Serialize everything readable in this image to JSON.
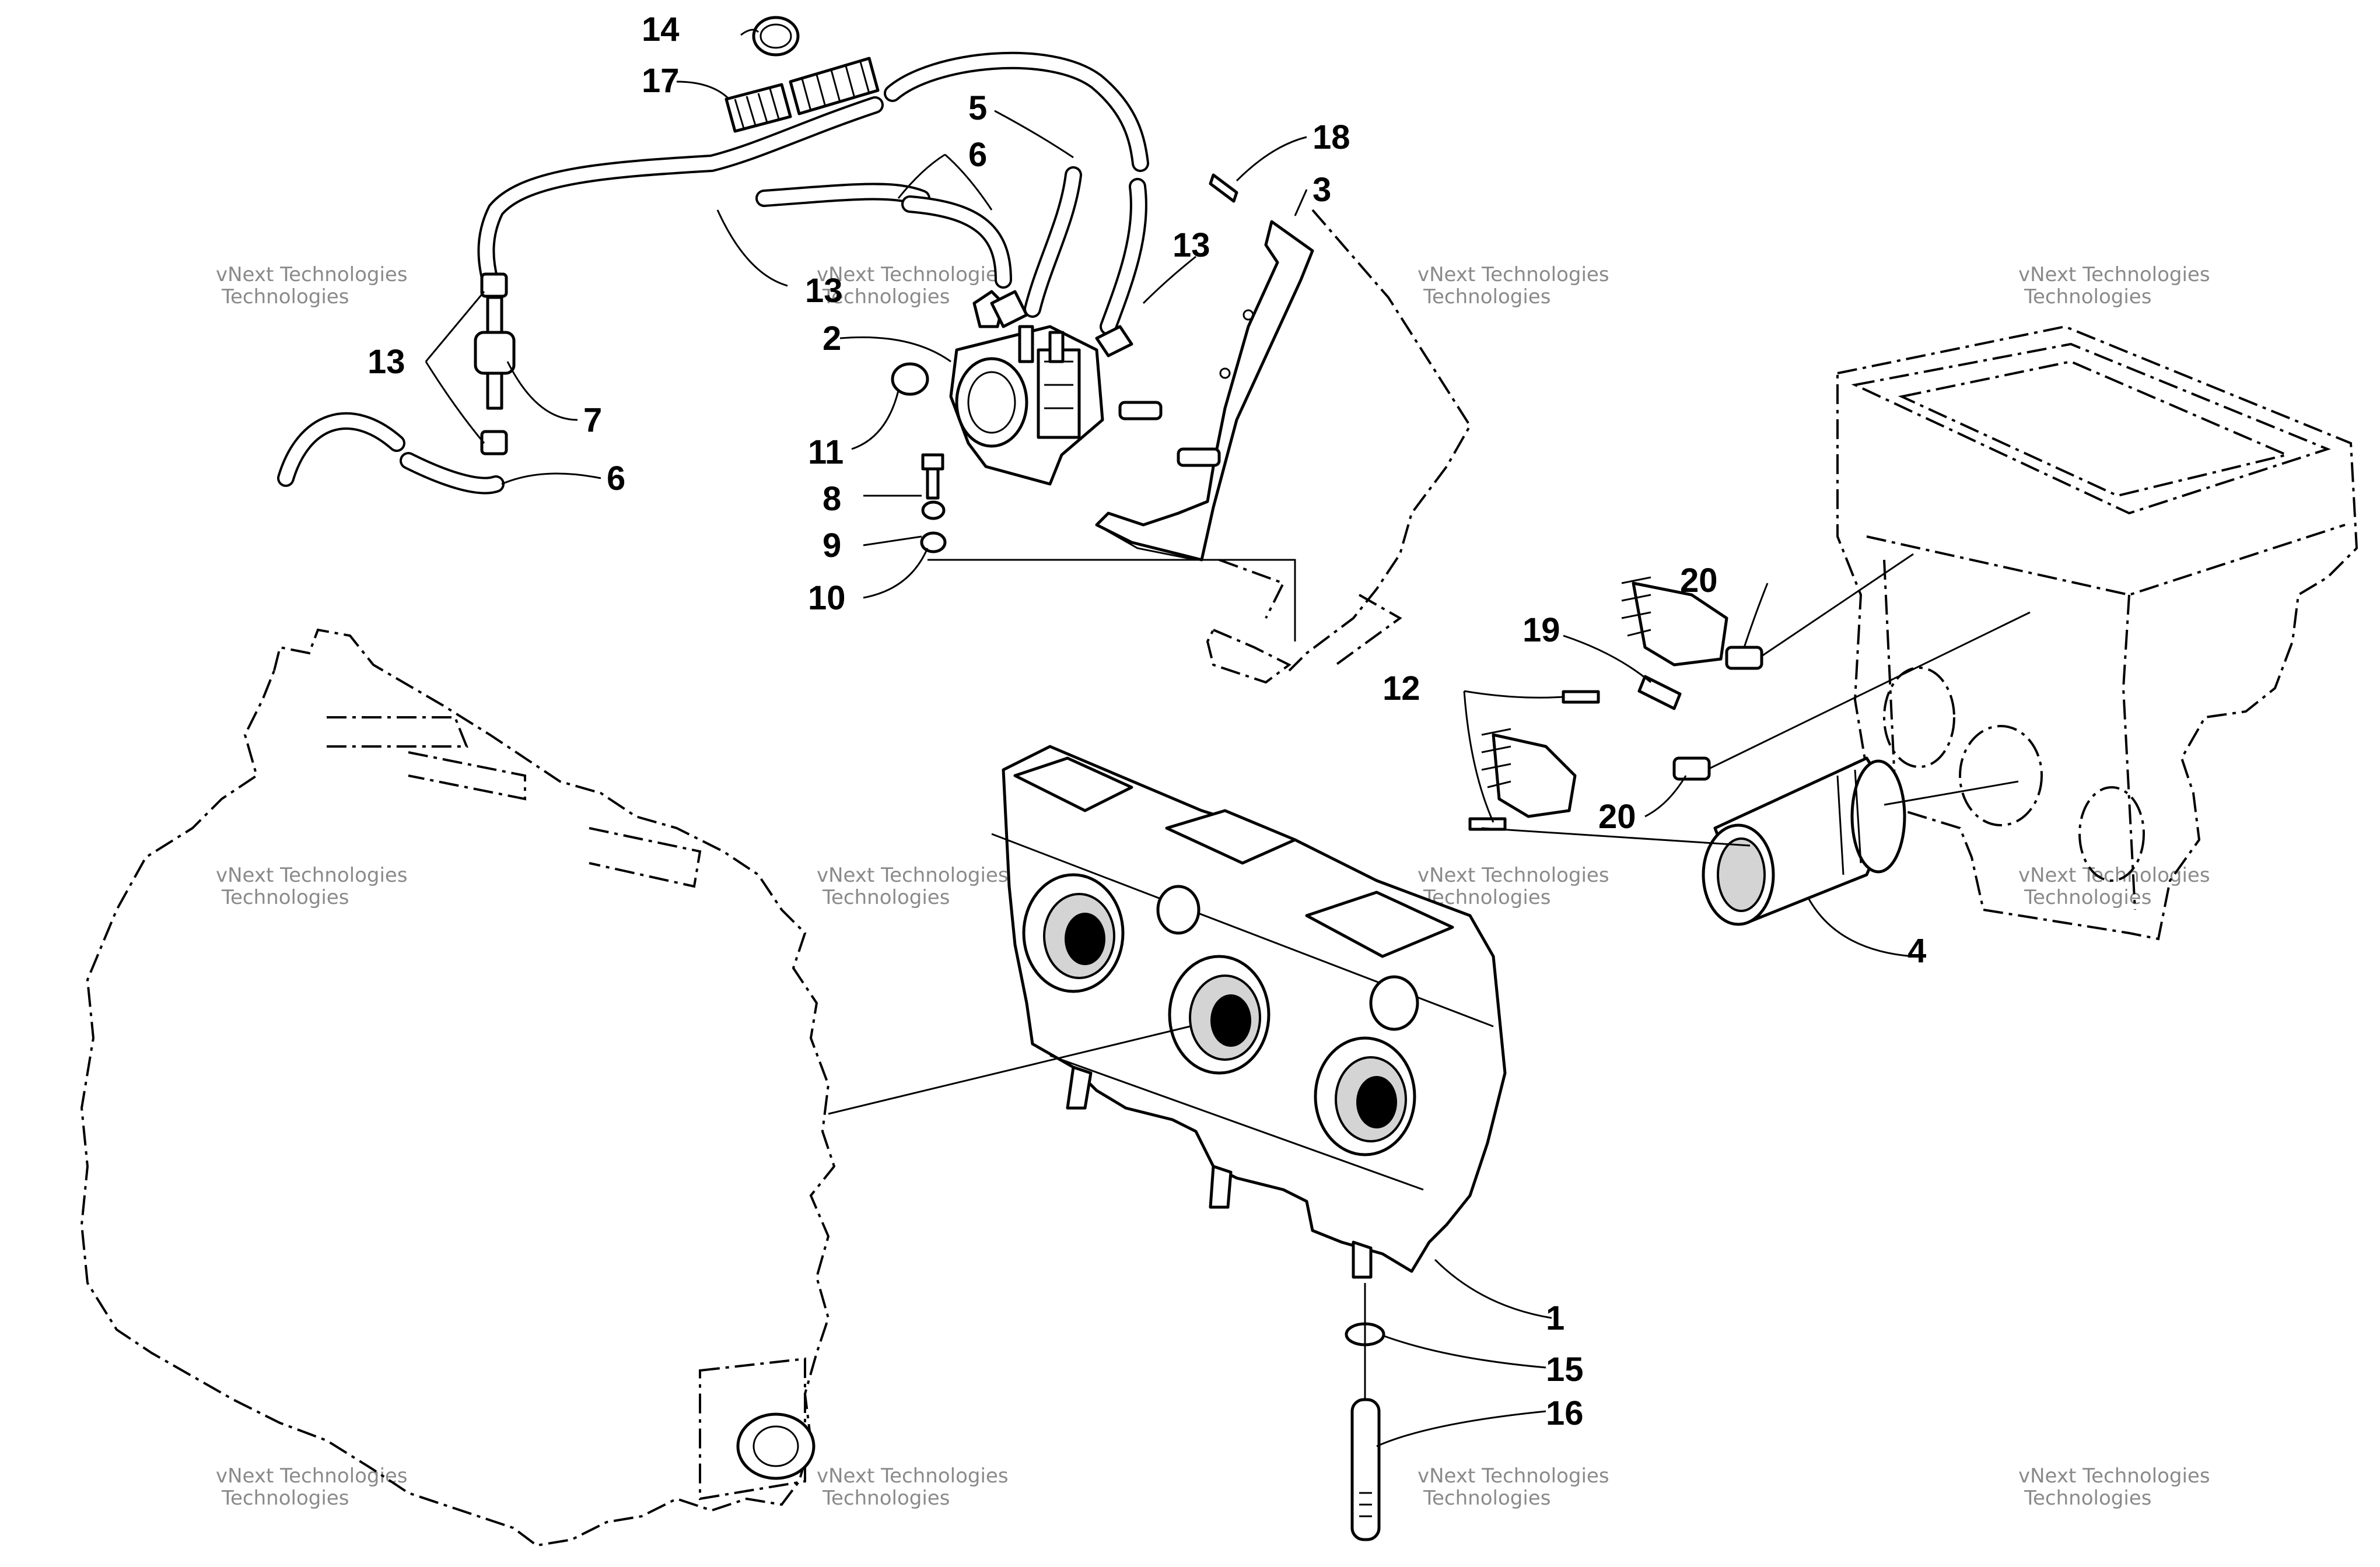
{
  "diagram": {
    "watermark": {
      "line1": "vNext Technologies",
      "line2": "Technologies"
    },
    "callouts": [
      {
        "id": "c14",
        "label": "14"
      },
      {
        "id": "c17",
        "label": "17"
      },
      {
        "id": "c5",
        "label": "5"
      },
      {
        "id": "c6a",
        "label": "6"
      },
      {
        "id": "c18",
        "label": "18"
      },
      {
        "id": "c3",
        "label": "3"
      },
      {
        "id": "c13a",
        "label": "13"
      },
      {
        "id": "c13b",
        "label": "13"
      },
      {
        "id": "c2",
        "label": "2"
      },
      {
        "id": "c13c",
        "label": "13"
      },
      {
        "id": "c7",
        "label": "7"
      },
      {
        "id": "c6b",
        "label": "6"
      },
      {
        "id": "c11",
        "label": "11"
      },
      {
        "id": "c8",
        "label": "8"
      },
      {
        "id": "c9",
        "label": "9"
      },
      {
        "id": "c10",
        "label": "10"
      },
      {
        "id": "c20a",
        "label": "20"
      },
      {
        "id": "c19",
        "label": "19"
      },
      {
        "id": "c12",
        "label": "12"
      },
      {
        "id": "c20b",
        "label": "20"
      },
      {
        "id": "c4",
        "label": "4"
      },
      {
        "id": "c1",
        "label": "1"
      },
      {
        "id": "c15",
        "label": "15"
      },
      {
        "id": "c16",
        "label": "16"
      }
    ]
  }
}
